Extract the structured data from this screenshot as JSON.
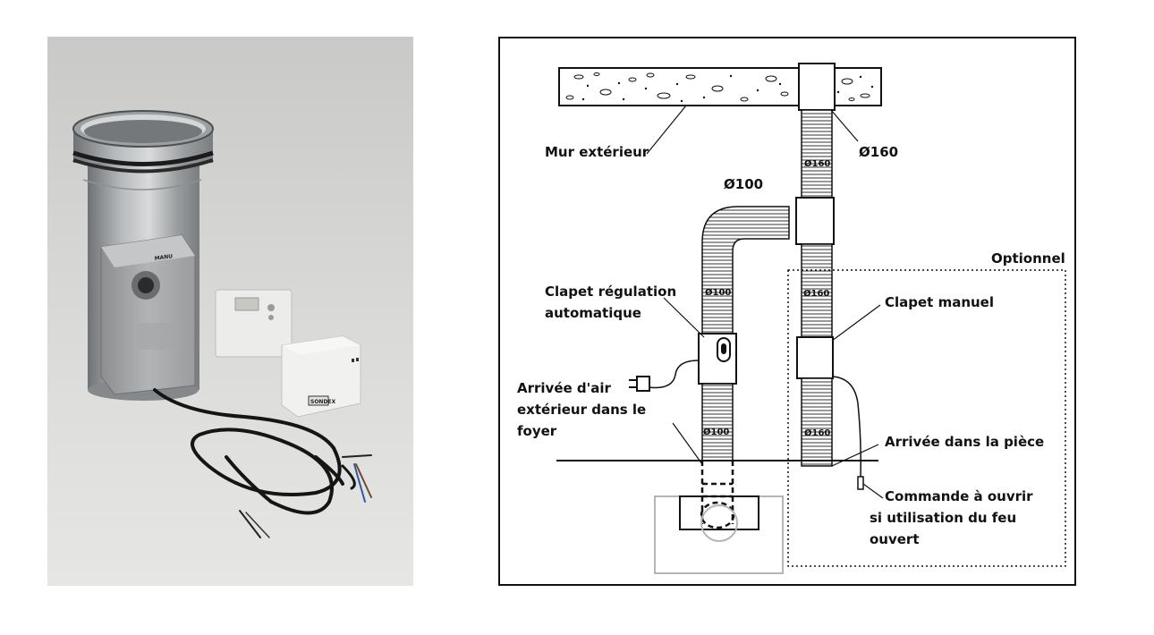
{
  "photo": {
    "controller_brand": "SONDEX",
    "actuator_label": "MANU"
  },
  "diagram": {
    "labels": {
      "mur_exterieur": "Mur extérieur",
      "d160_main": "Ø160",
      "d100_main": "Ø100",
      "d160_tag_top": "Ø160",
      "d160_tag_mid": "Ø160",
      "d160_tag_low": "Ø160",
      "d100_tag_upper": "Ø100",
      "d100_tag_lower": "Ø100",
      "clapet_auto_l1": "Clapet régulation",
      "clapet_auto_l2": "automatique",
      "clapet_manuel": "Clapet manuel",
      "optionnel": "Optionnel",
      "arrivee_air_l1": "Arrivée d'air",
      "arrivee_air_l2": "extérieur dans le",
      "arrivee_air_l3": "foyer",
      "arrivee_piece": "Arrivée dans la pièce",
      "commande_l1": "Commande à ouvrir",
      "commande_l2": "si utilisation du feu",
      "commande_l3": "ouvert"
    }
  }
}
